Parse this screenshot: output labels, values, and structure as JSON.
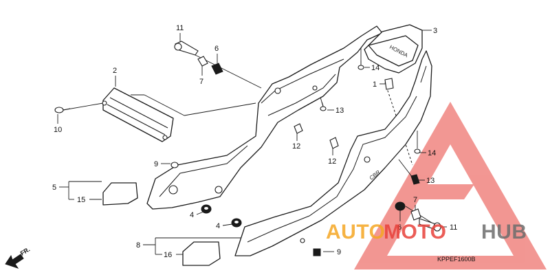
{
  "diagram": {
    "callouts": {
      "c1": "1",
      "c2": "2",
      "c3": "3",
      "c4a": "4",
      "c4b": "4",
      "c5": "5",
      "c6a": "6",
      "c6b": "6",
      "c7a": "7",
      "c7b": "7",
      "c8": "8",
      "c9a": "9",
      "c9b": "9",
      "c10": "10",
      "c11a": "11",
      "c11b": "11",
      "c12a": "12",
      "c12b": "12",
      "c13a": "13",
      "c13b": "13",
      "c14a": "14",
      "c14b": "14",
      "c15": "15",
      "c16": "16"
    },
    "part_code": "KPPEF1600B",
    "direction_label": "FR.",
    "brand_mark": "HONDA",
    "fender_marking": "CBR"
  },
  "watermark": {
    "part1": "AUTO",
    "part2": "MOTO",
    "part3": "HUB",
    "color_orange": "#F5A623",
    "color_red": "#E8413A",
    "color_gray": "#6D6D6D"
  }
}
